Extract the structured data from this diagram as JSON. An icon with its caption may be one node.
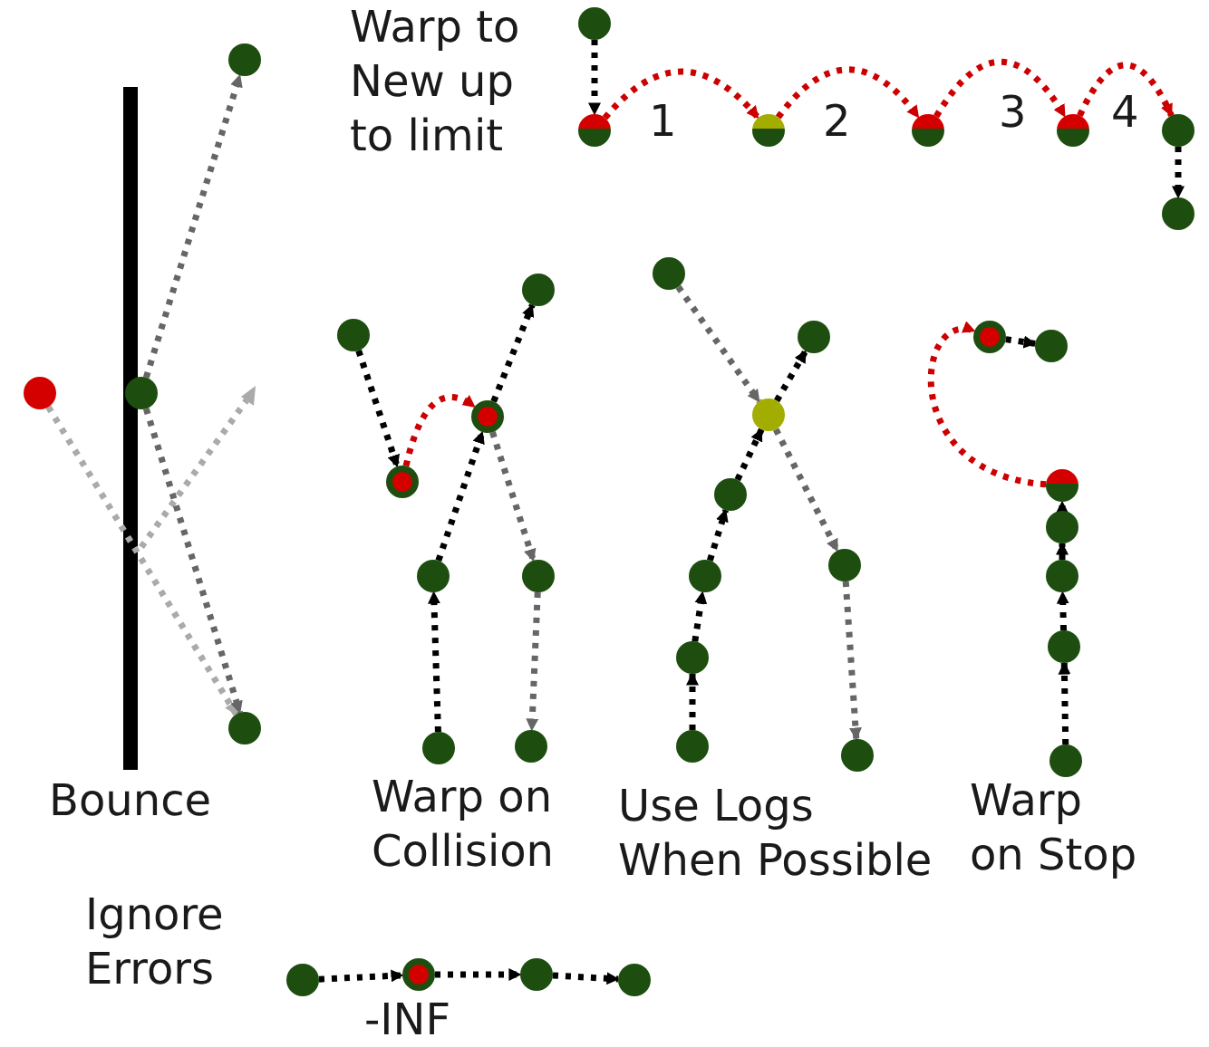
{
  "diagram": {
    "nodes": [
      {
        "text": [],
        "shape": "circle"
      },
      {
        "text": [],
        "shape": "circle"
      },
      {
        "text": [],
        "shape": "circle"
      },
      {
        "text": [],
        "shape": "circle"
      },
      {
        "text": [],
        "shape": "circle"
      },
      {
        "text": [],
        "shape": "circle"
      },
      {
        "text": [],
        "shape": "circle"
      },
      {
        "text": [],
        "shape": "circle"
      },
      {
        "text": [],
        "shape": "circle"
      },
      {
        "text": [],
        "shape": "circle"
      },
      {
        "text": [],
        "shape": "circle"
      },
      {
        "text": [],
        "shape": "circle"
      },
      {
        "text": [],
        "shape": "circle"
      },
      {
        "text": [],
        "shape": "circle"
      },
      {
        "text": [],
        "shape": "circle"
      },
      {
        "text": [],
        "shape": "circle"
      },
      {
        "text": [],
        "shape": "circle"
      },
      {
        "text": [],
        "shape": "circle"
      },
      {
        "text": [],
        "shape": "circle"
      },
      {
        "text": [],
        "shape": "circle"
      },
      {
        "text": [],
        "shape": "circle"
      },
      {
        "text": [],
        "shape": "circle"
      },
      {
        "text": [],
        "shape": "circle"
      },
      {
        "text": [],
        "shape": "circle"
      },
      {
        "text": [],
        "shape": "circle"
      },
      {
        "text": [],
        "shape": "circle"
      },
      {
        "text": [],
        "shape": "circle"
      },
      {
        "text": [],
        "shape": "circle"
      },
      {
        "text": [],
        "shape": "circle"
      },
      {
        "text": [],
        "shape": "circle"
      },
      {
        "text": [],
        "shape": "circle"
      },
      {
        "text": [],
        "shape": "circle"
      },
      {
        "text": [],
        "shape": "circle"
      },
      {
        "text": [],
        "shape": "circle"
      },
      {
        "text": [],
        "shape": "circle"
      },
      {
        "text": [],
        "shape": "circle"
      },
      {
        "text": [],
        "shape": "circle",
        "beside": [
          "-INF"
        ]
      },
      {
        "text": [],
        "shape": "circle"
      },
      {
        "text": [],
        "shape": "circle"
      }
    ],
    "edges": [
      {
        "from": 1,
        "to": 3,
        "arrow": "to",
        "color": "#aaaaaa"
      },
      {
        "from": 2,
        "to": 0,
        "arrow": "to",
        "color": "#666666"
      },
      {
        "from": 2,
        "to": 3,
        "arrow": "to",
        "color": "#666666"
      },
      {
        "from": 4,
        "to": 5,
        "arrow": "to"
      },
      {
        "from": 5,
        "to": 6,
        "arrow": "to",
        "color": "#cc0000"
      },
      {
        "from": 6,
        "to": 7,
        "arrow": "to",
        "color": "#cc0000"
      },
      {
        "from": 7,
        "to": 8,
        "arrow": "to",
        "color": "#cc0000"
      },
      {
        "from": 8,
        "to": 9,
        "arrow": "to",
        "color": "#cc0000"
      },
      {
        "from": 9,
        "to": 10,
        "arrow": "to"
      },
      {
        "from": 11,
        "to": 13,
        "arrow": "to"
      },
      {
        "from": 13,
        "to": 14,
        "arrow": "to",
        "color": "#cc0000"
      },
      {
        "from": 17,
        "to": 15,
        "arrow": "to"
      },
      {
        "from": 15,
        "to": 14,
        "arrow": "to"
      },
      {
        "from": 14,
        "to": 12,
        "arrow": "to"
      },
      {
        "from": 14,
        "to": 16,
        "arrow": "to",
        "color": "#666666"
      },
      {
        "from": 16,
        "to": 18,
        "arrow": "to",
        "color": "#666666"
      },
      {
        "from": 19,
        "to": 21,
        "arrow": "to",
        "color": "#666666"
      },
      {
        "from": 21,
        "to": 24,
        "arrow": "to",
        "color": "#666666"
      },
      {
        "from": 24,
        "to": 27,
        "arrow": "to",
        "color": "#666666"
      },
      {
        "from": 26,
        "to": 25,
        "arrow": "to"
      },
      {
        "from": 25,
        "to": 23,
        "arrow": "to"
      },
      {
        "from": 23,
        "to": 22,
        "arrow": "to"
      },
      {
        "from": 22,
        "to": 21,
        "arrow": "to"
      },
      {
        "from": 21,
        "to": 20,
        "arrow": "to"
      },
      {
        "from": 34,
        "to": 33,
        "arrow": "to"
      },
      {
        "from": 33,
        "to": 32,
        "arrow": "to"
      },
      {
        "from": 32,
        "to": 31,
        "arrow": "to"
      },
      {
        "from": 31,
        "to": 30,
        "arrow": "to"
      },
      {
        "from": 30,
        "to": 28,
        "arrow": "to",
        "color": "#cc0000"
      },
      {
        "from": 28,
        "to": 29,
        "arrow": "to"
      },
      {
        "from": 35,
        "to": 36,
        "arrow": "to"
      },
      {
        "from": 36,
        "to": 37,
        "arrow": "to"
      },
      {
        "from": 37,
        "to": 38,
        "arrow": "to"
      }
    ],
    "labels": [
      "Warp to New up to limit",
      "1",
      "2",
      "3",
      "4",
      "Bounce",
      "Warp on Collision",
      "Use Logs When Possible",
      "Warp on Stop",
      "Ignore Errors"
    ]
  }
}
